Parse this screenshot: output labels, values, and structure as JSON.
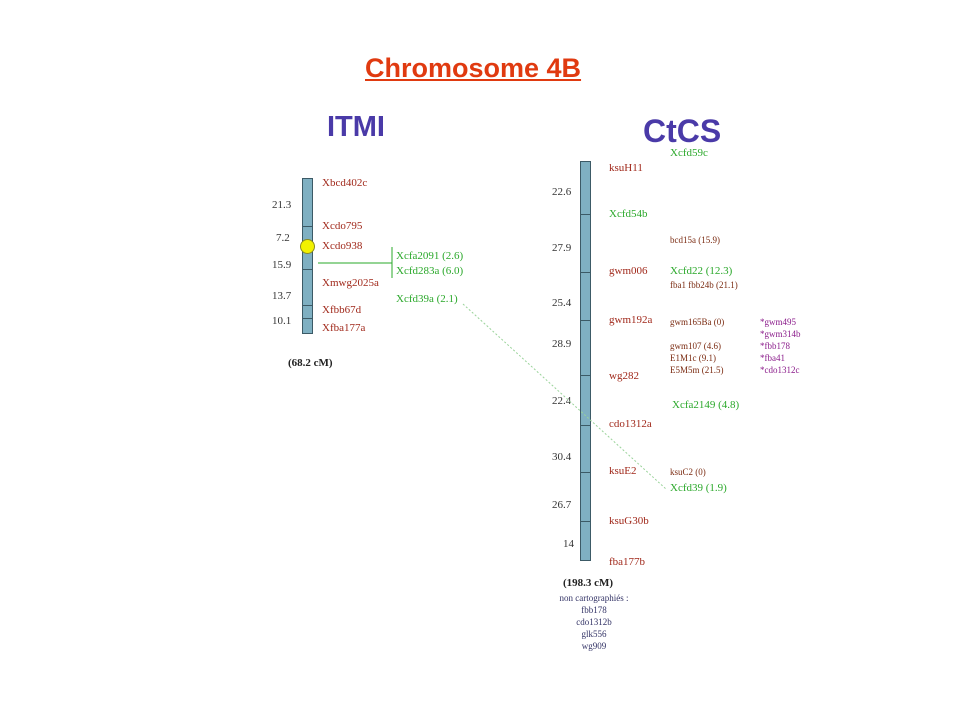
{
  "title": "Chromosome 4B",
  "itmi": {
    "title": "ITMI",
    "distances": [
      "21.3",
      "7.2",
      "15.9",
      "13.7",
      "10.1"
    ],
    "markers": [
      "Xbcd402c",
      "Xcdo795",
      "Xcdo938",
      "Xmwg2025a",
      "Xfbb67d",
      "Xfba177a"
    ],
    "green_markers": [
      "Xcfa2091 (2.6)",
      "Xcfd283a (6.0)",
      "Xcfd39a (2.1)"
    ],
    "total": "(68.2 cM)"
  },
  "ctcs": {
    "title": "CtCS",
    "distances": [
      "22.6",
      "27.9",
      "25.4",
      "28.9",
      "22.4",
      "30.4",
      "26.7",
      "14"
    ],
    "markers": [
      "ksuH11",
      "Xcfd54b",
      "gwm006",
      "gwm192a",
      "wg282",
      "cdo1312a",
      "ksuE2",
      "ksuG30b",
      "fba177b"
    ],
    "green_markers": [
      "Xcfd59c",
      "Xcfd22 (12.3)",
      "Xcfa2149 (4.8)",
      "Xcfd39 (1.9)"
    ],
    "small_markers": [
      "bcd15a (15.9)",
      "fba1 fbb24b (21.1)",
      "gwm165Ba (0)",
      "gwm107 (4.6)",
      "E1M1c (9.1)",
      "E5M5m (21.5)",
      "ksuC2 (0)"
    ],
    "starred_markers": [
      "*gwm495",
      "*gwm314b",
      "*fbb178",
      "*fba41",
      "*cdo1312c"
    ],
    "total": "(198.3 cM)",
    "unmapped_heading": "non cartographiés :",
    "unmapped": [
      "fbb178",
      "cdo1312b",
      "glk556",
      "wg909"
    ]
  },
  "colors": {
    "title": "#e03a10",
    "map_title": "#4a3aa8",
    "marker": "#a0281a",
    "green": "#2aa82a",
    "starred": "#8a1a8a",
    "chromosome": "#7fb0c2",
    "centromere": "#f2f200"
  }
}
